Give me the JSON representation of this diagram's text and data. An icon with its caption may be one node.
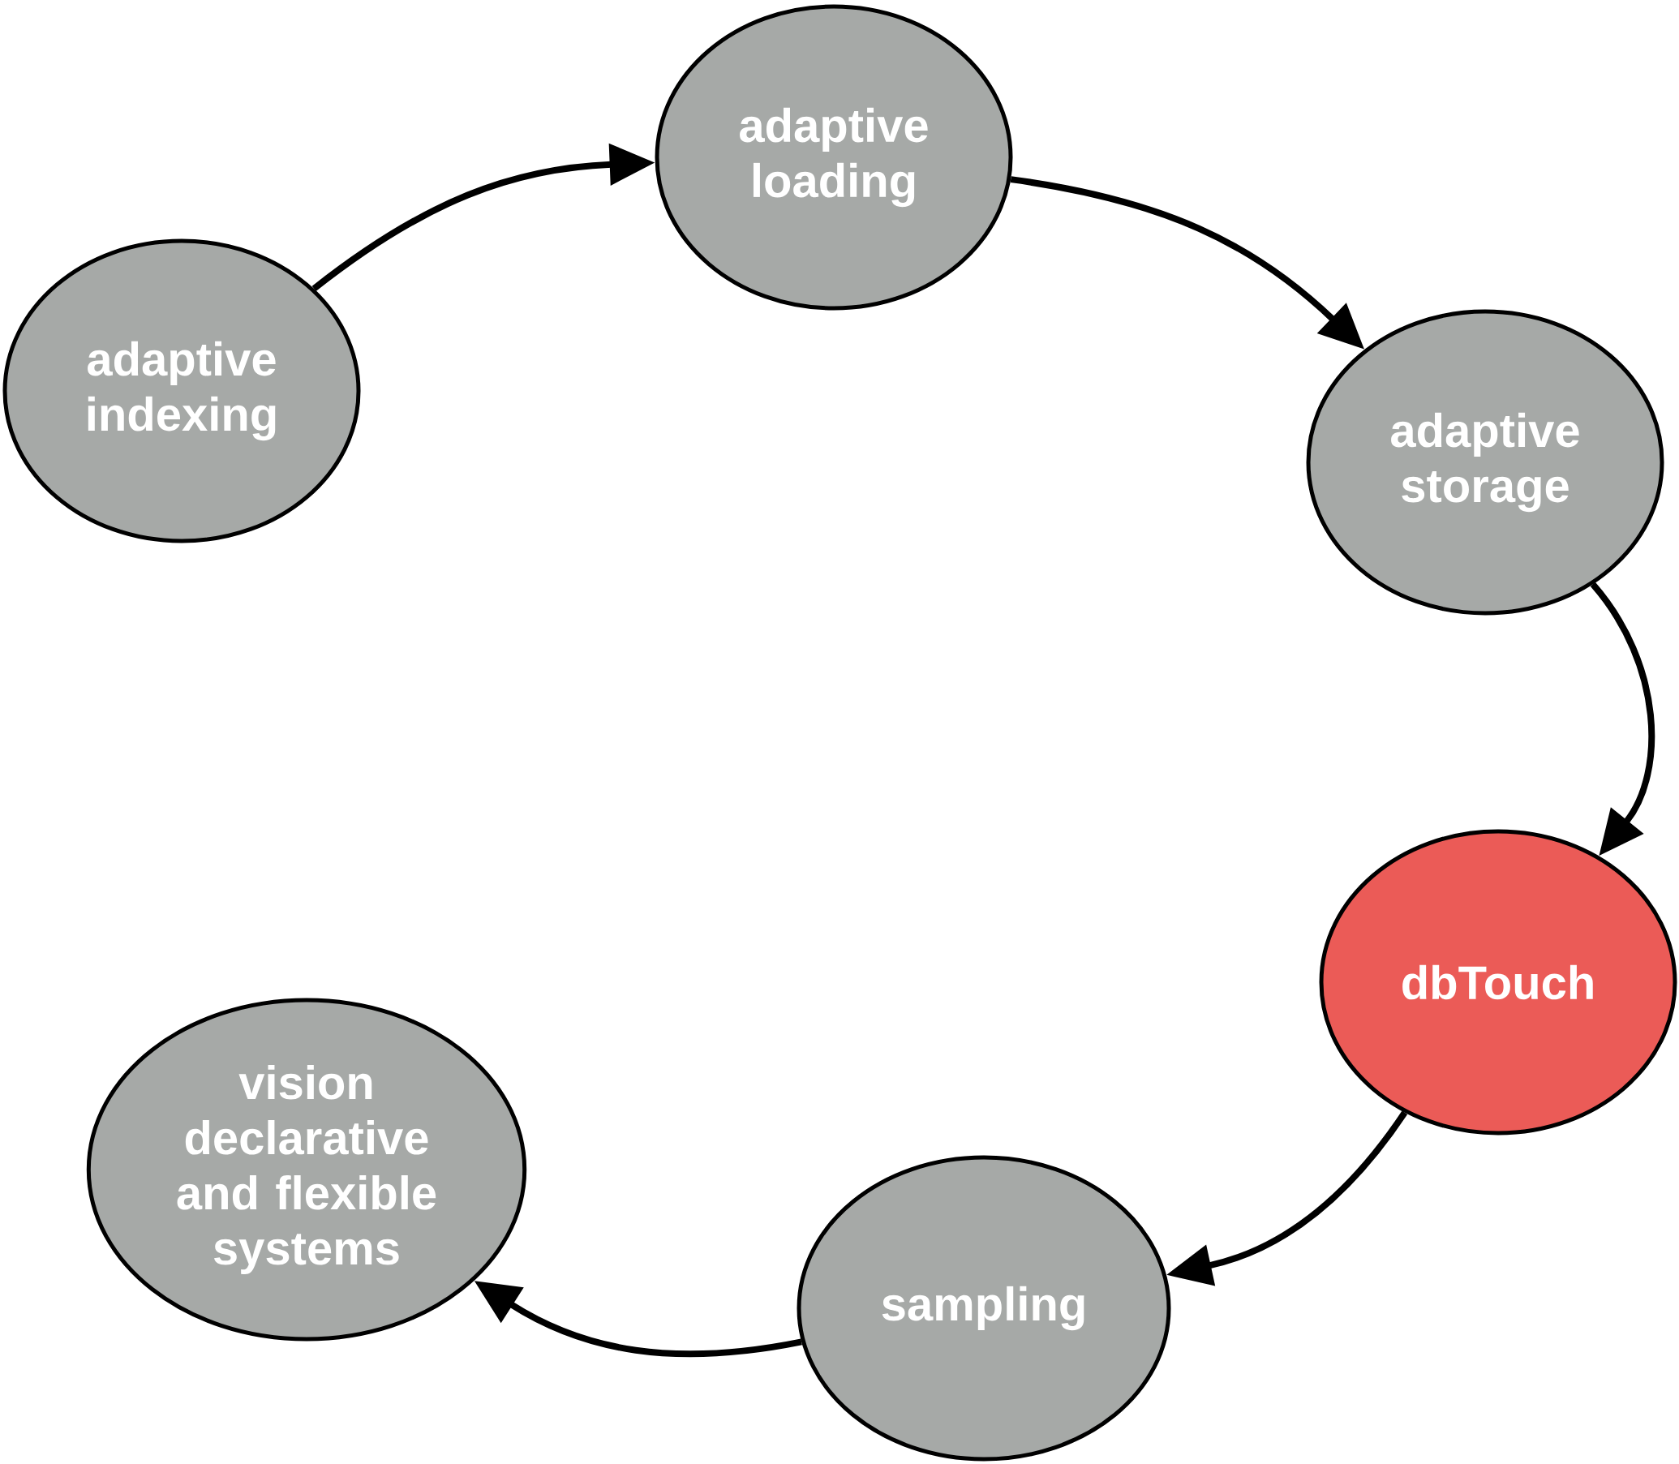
{
  "diagram": {
    "nodes": [
      {
        "text": [
          "adaptive indexing"
        ]
      },
      {
        "text": [
          "adaptive loading"
        ]
      },
      {
        "text": [
          "adaptive storage"
        ]
      },
      {
        "text": [
          "dbTouch"
        ]
      },
      {
        "text": [
          "sampling"
        ]
      },
      {
        "text": [
          "vision declarative and flexible systems"
        ]
      }
    ],
    "edges": [
      {
        "from": 0,
        "to": 1,
        "arrow": "to"
      },
      {
        "from": 1,
        "to": 2,
        "arrow": "to"
      },
      {
        "from": 2,
        "to": 3,
        "arrow": "to"
      },
      {
        "from": 3,
        "to": 4,
        "arrow": "to"
      },
      {
        "from": 4,
        "to": 5,
        "arrow": "to"
      }
    ]
  }
}
